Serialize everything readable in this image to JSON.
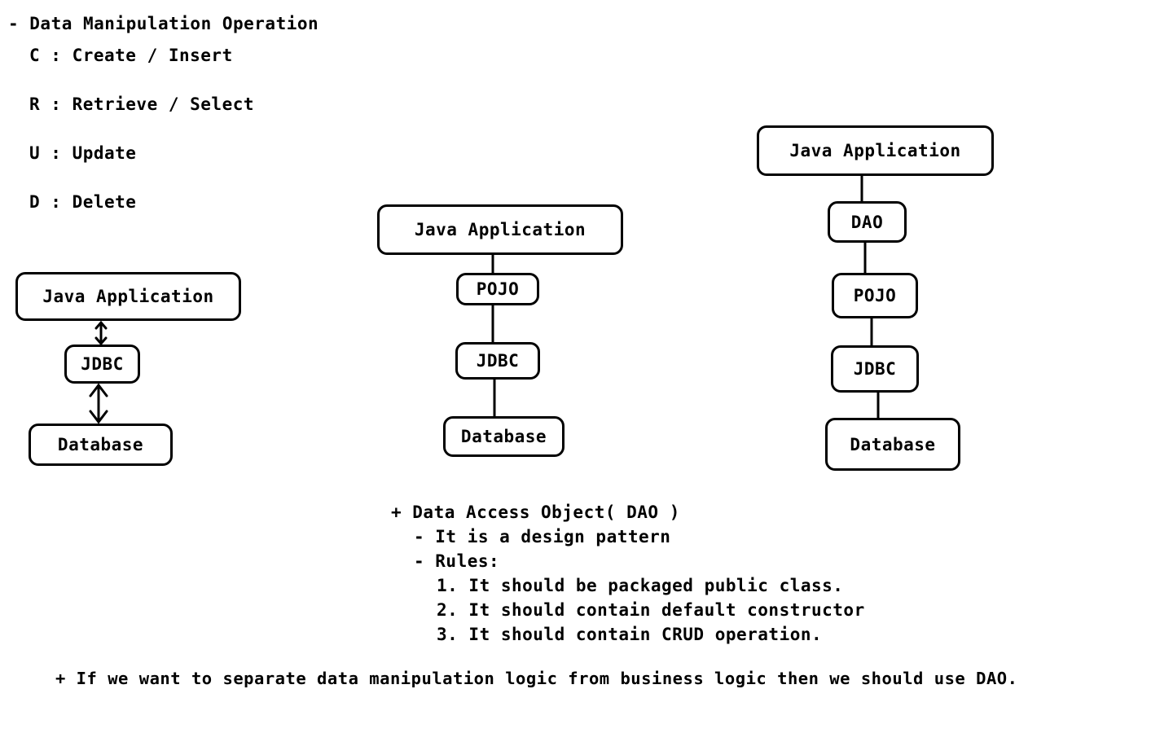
{
  "crud": {
    "heading": "- Data Manipulation Operation",
    "items": [
      "C : Create / Insert",
      "R : Retrieve / Select",
      "U : Update",
      "D : Delete"
    ]
  },
  "diagram1": {
    "app": "Java Application",
    "driver": "JDBC",
    "db": "Database"
  },
  "diagram2": {
    "app": "Java Application",
    "pojo": "POJO",
    "driver": "JDBC",
    "db": "Database"
  },
  "diagram3": {
    "app": "Java Application",
    "dao": "DAO",
    "pojo": "POJO",
    "driver": "JDBC",
    "db": "Database"
  },
  "dao_notes": {
    "heading": "+ Data Access Object( DAO )",
    "point1": "- It is a design pattern",
    "point2": "- Rules:",
    "rules": [
      "1. It should be packaged public class.",
      "2. It should contain default constructor",
      "3. It should contain CRUD operation."
    ]
  },
  "footer_note": "+ If we want to separate data manipulation logic from business logic then we should use DAO."
}
